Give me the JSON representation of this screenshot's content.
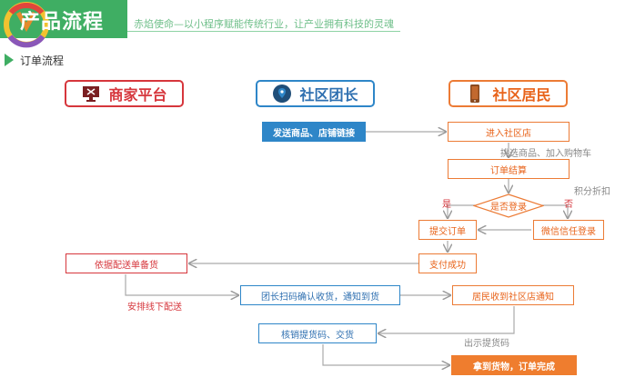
{
  "header": {
    "title": "产品流程",
    "slogan": "赤焰使命—以小程序赋能传统行业，让产业拥有科技的灵魂"
  },
  "section": {
    "title": "订单流程"
  },
  "parties": {
    "merchant": "商家平台",
    "leader": "社区团长",
    "resident": "社区居民"
  },
  "steps": {
    "send_link": "发送商品、店铺链接",
    "enter_store": "进入社区店",
    "checkout": "订单结算",
    "is_logged_in": "是否登录",
    "submit_order": "提交订单",
    "wechat_login": "微信信任登录",
    "pay_success": "支付成功",
    "prepare_goods": "依据配送单备货",
    "leader_scan": "团长扫码确认收货，通知到货",
    "resident_notified": "居民收到社区店通知",
    "verify_code": "核销提货码、交货",
    "done": "拿到货物，订单完成"
  },
  "notes": {
    "pick_goods": "挑选商品、加入购物车",
    "points": "积分折扣",
    "yes": "是",
    "no": "否",
    "offline_delivery": "安排线下配送",
    "show_code": "出示提货码"
  },
  "colors": {
    "brand_green": "#3fae63",
    "merchant_red": "#d6363c",
    "leader_blue": "#2e86c8",
    "resident_orange": "#ec7b35"
  }
}
